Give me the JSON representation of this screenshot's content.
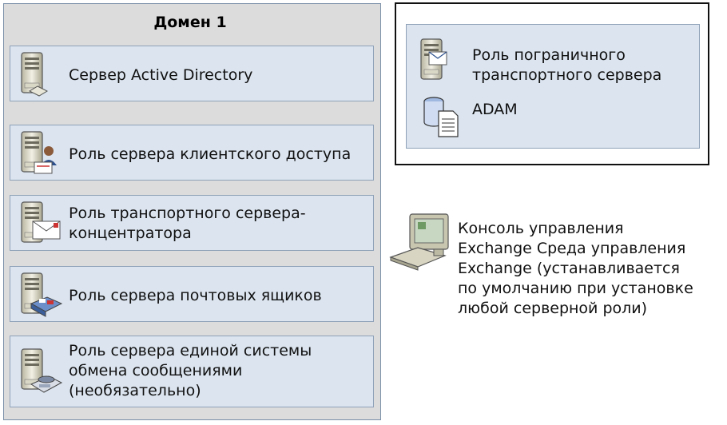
{
  "domain": {
    "title": "Домен 1",
    "roles": [
      {
        "label": "Сервер Active Directory",
        "icon": "ad-server-icon"
      },
      {
        "label": "Роль сервера клиентского доступа",
        "icon": "client-access-server-icon"
      },
      {
        "label": "Роль транспортного сервера-\nконцентратора",
        "icon": "hub-transport-server-icon"
      },
      {
        "label": "Роль сервера почтовых ящиков",
        "icon": "mailbox-server-icon"
      },
      {
        "label": "Роль сервера единой системы\nобмена сообщениями\n(необязательно)",
        "icon": "unified-messaging-server-icon"
      }
    ]
  },
  "edge": {
    "role_label": "Роль пограничного\nтранспортного сервера",
    "adam_label": "ADAM"
  },
  "console": {
    "label": "Консоль управления\nExchange Среда управления\nExchange (устанавливается\nпо умолчанию при установке\nлюбой серверной роли)"
  },
  "colors": {
    "domain_bg": "#dcdcdc",
    "role_bg": "#dbe4ef",
    "border": "#8fa2b8"
  }
}
